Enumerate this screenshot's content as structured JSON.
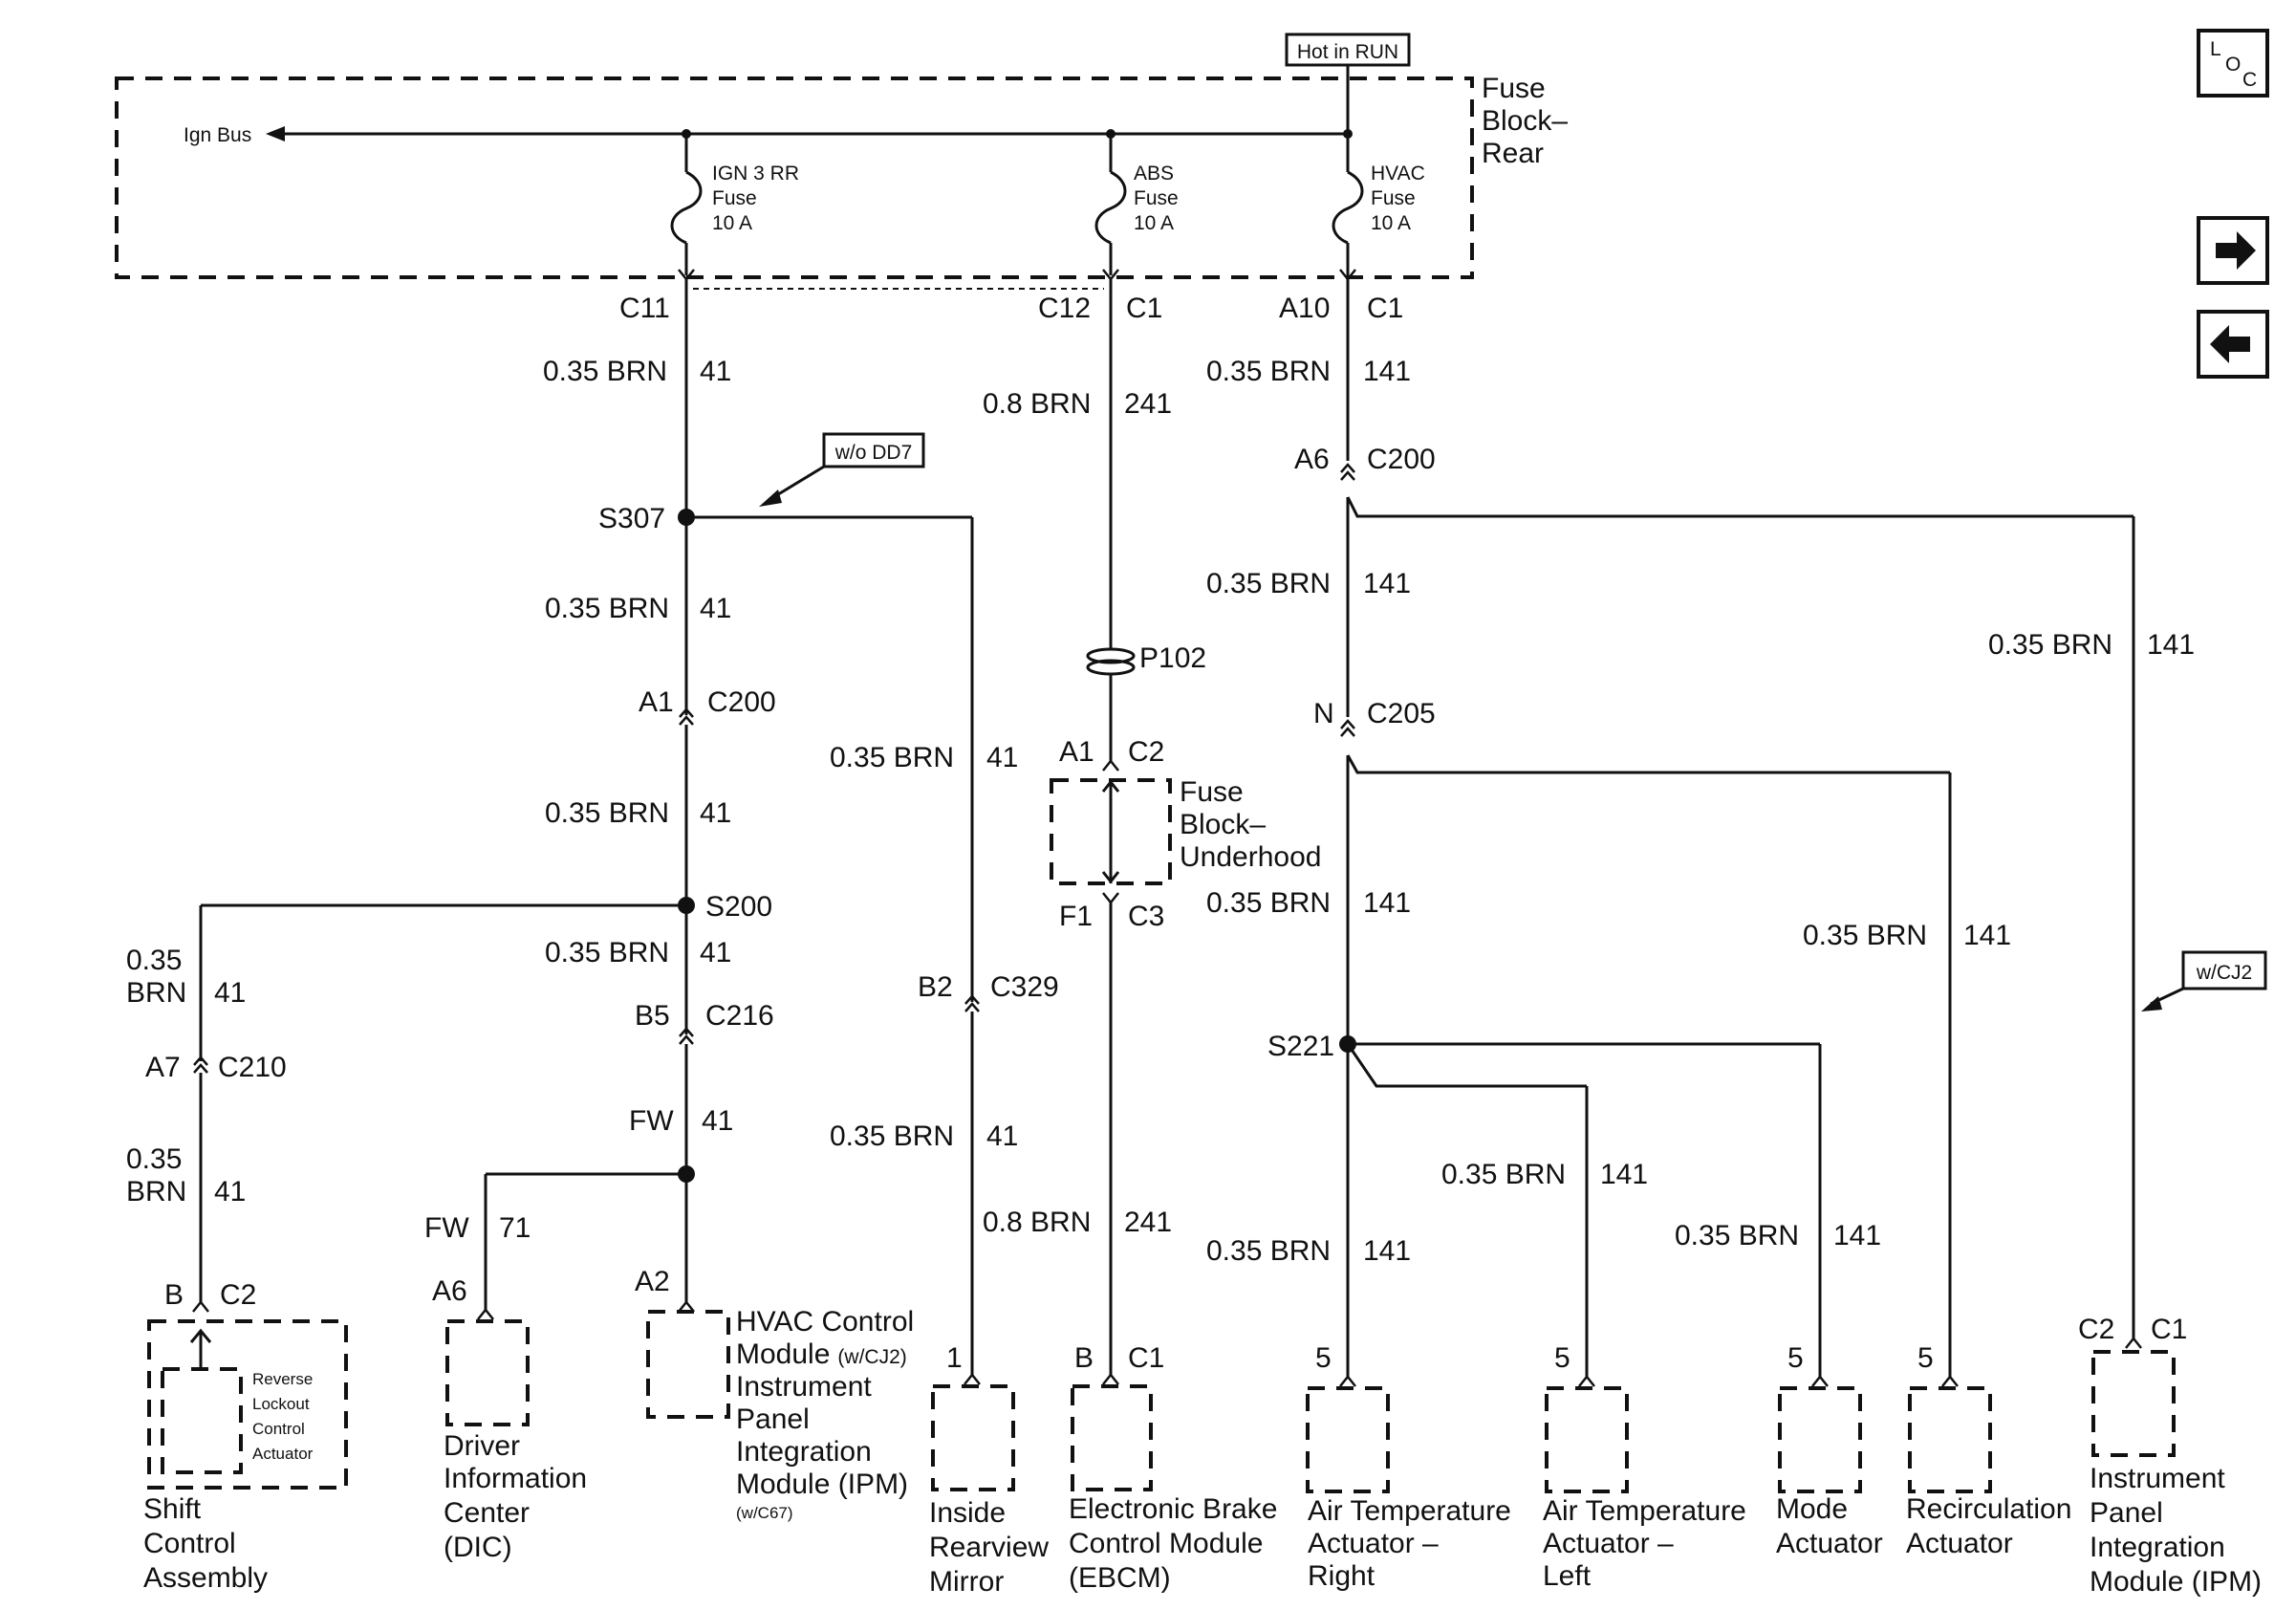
{
  "header": {
    "hot_label": "Hot in RUN"
  },
  "fuse_block_rear": {
    "title_lines": [
      "Fuse",
      "Block–",
      "Rear"
    ],
    "ign_bus": "Ign Bus",
    "fuses": [
      {
        "lines": [
          "IGN 3 RR",
          "Fuse",
          "10 A"
        ]
      },
      {
        "lines": [
          "ABS",
          "Fuse",
          "10 A"
        ]
      },
      {
        "lines": [
          "HVAC",
          "Fuse",
          "10 A"
        ]
      }
    ]
  },
  "nav": {
    "loc_icon": "loc-icon",
    "next_icon": "arrow-right-icon",
    "prev_icon": "arrow-left-icon"
  },
  "connectors": {
    "c11": "C11",
    "c12": "C12",
    "c1": "C1",
    "a10": "A10",
    "a6": "A6",
    "c200": "C200",
    "a1": "A1",
    "b5": "B5",
    "c216": "C216",
    "a7": "A7",
    "c210": "C210",
    "b2": "B2",
    "c329": "C329",
    "c2": "C2",
    "f1": "F1",
    "c3": "C3",
    "n": "N",
    "c205": "C205",
    "b": "B",
    "a2": "A2",
    "fw": "FW",
    "one": "1",
    "five": "5",
    "p102": "P102"
  },
  "splices": {
    "s307": "S307",
    "s200": "S200",
    "s221": "S221"
  },
  "wires": {
    "brn035": "0.35 BRN",
    "brn08": "0.8 BRN",
    "brn_stack": [
      "0.35",
      "BRN"
    ],
    "c41": "41",
    "c241": "241",
    "c141": "141",
    "c71": "71"
  },
  "options": {
    "wo_dd7": "w/o DD7",
    "w_cj2": "w/CJ2"
  },
  "fuse_block_underhood": {
    "lines": [
      "Fuse",
      "Block–",
      "Underhood"
    ]
  },
  "components": {
    "shift": {
      "lines": [
        "Shift",
        "Control",
        "Assembly"
      ],
      "inner_lines": [
        "Reverse",
        "Lockout",
        "Control",
        "Actuator"
      ]
    },
    "dic": {
      "lines": [
        "Driver",
        "Information",
        "Center",
        "(DIC)"
      ]
    },
    "hvac": {
      "l1": "HVAC Control",
      "l2": "Module",
      "l2_sub": "(w/CJ2)",
      "l3": "Instrument",
      "l4": "Panel",
      "l5": "Integration",
      "l6": "Module (IPM)",
      "l7": "(w/C67)"
    },
    "mirror": {
      "lines": [
        "Inside",
        "Rearview",
        "Mirror"
      ]
    },
    "ebcm": {
      "lines": [
        "Electronic Brake",
        "Control Module",
        "(EBCM)"
      ]
    },
    "air_right": {
      "lines": [
        "Air Temperature",
        "Actuator –",
        "Right"
      ]
    },
    "air_left": {
      "lines": [
        "Air Temperature",
        "Actuator –",
        "Left"
      ]
    },
    "mode": {
      "lines": [
        "Mode",
        "Actuator"
      ]
    },
    "recirc": {
      "lines": [
        "Recirculation",
        "Actuator"
      ]
    },
    "ipm": {
      "lines": [
        "Instrument",
        "Panel",
        "Integration",
        "Module (IPM)"
      ]
    }
  }
}
